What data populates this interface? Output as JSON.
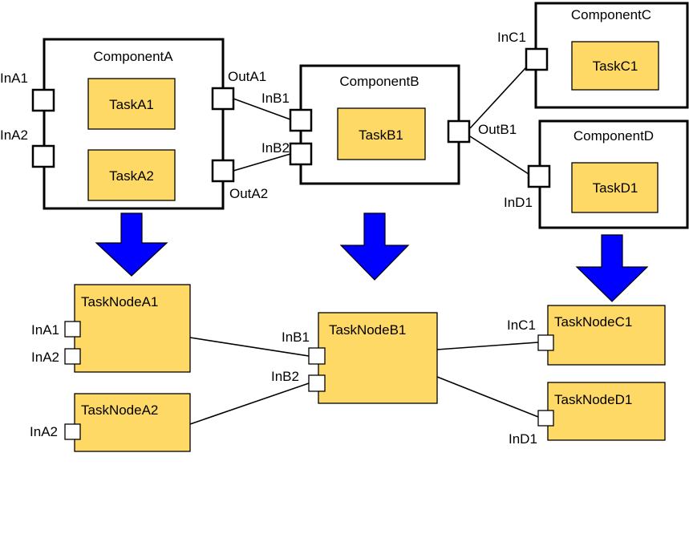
{
  "components": {
    "a": {
      "name": "ComponentA",
      "tasks": [
        "TaskA1",
        "TaskA2"
      ],
      "in_ports": [
        "InA1",
        "InA2"
      ],
      "out_ports": [
        "OutA1",
        "OutA2"
      ]
    },
    "b": {
      "name": "ComponentB",
      "tasks": [
        "TaskB1"
      ],
      "in_ports": [
        "InB1",
        "InB2"
      ],
      "out_ports": [
        "OutB1"
      ]
    },
    "c": {
      "name": "ComponentC",
      "tasks": [
        "TaskC1"
      ],
      "in_ports": [
        "InC1"
      ]
    },
    "d": {
      "name": "ComponentD",
      "tasks": [
        "TaskD1"
      ],
      "in_ports": [
        "InD1"
      ]
    }
  },
  "task_nodes": {
    "a1": {
      "name": "TaskNodeA1",
      "ports": [
        "InA1",
        "InA2"
      ]
    },
    "a2": {
      "name": "TaskNodeA2",
      "ports": [
        "InA2"
      ]
    },
    "b1": {
      "name": "TaskNodeB1",
      "ports": [
        "InB1",
        "InB2"
      ]
    },
    "c1": {
      "name": "TaskNodeC1",
      "ports": [
        "InC1"
      ]
    },
    "d1": {
      "name": "TaskNodeD1",
      "ports": [
        "InD1"
      ]
    }
  },
  "colors": {
    "task_fill": "#ffd966",
    "arrow_fill": "#0000ff",
    "border": "#000000"
  }
}
